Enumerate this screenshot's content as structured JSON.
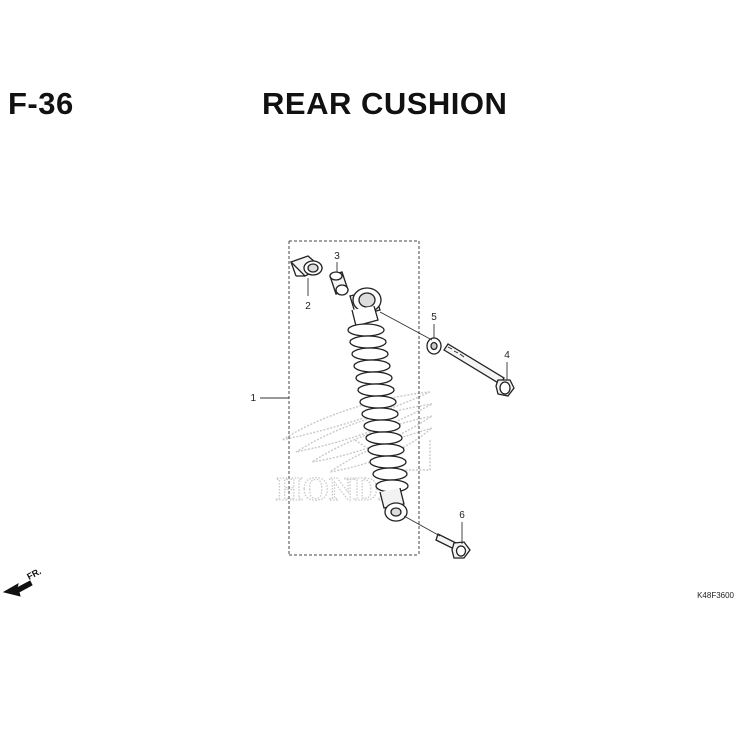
{
  "header": {
    "section_code": "F-36",
    "title": "REAR CUSHION"
  },
  "parts": [
    {
      "ref": "1"
    },
    {
      "ref": "2"
    },
    {
      "ref": "3"
    },
    {
      "ref": "4"
    },
    {
      "ref": "5"
    },
    {
      "ref": "6"
    }
  ],
  "orientation": {
    "label": "FR.",
    "icon": "front-direction-arrow-icon"
  },
  "drawing_code": "K48F3600",
  "watermark": {
    "text": "HONDA",
    "icon": "honda-wing-logo"
  },
  "colors": {
    "line": "#222222",
    "watermark": "#c9c9c9",
    "background": "#ffffff"
  }
}
